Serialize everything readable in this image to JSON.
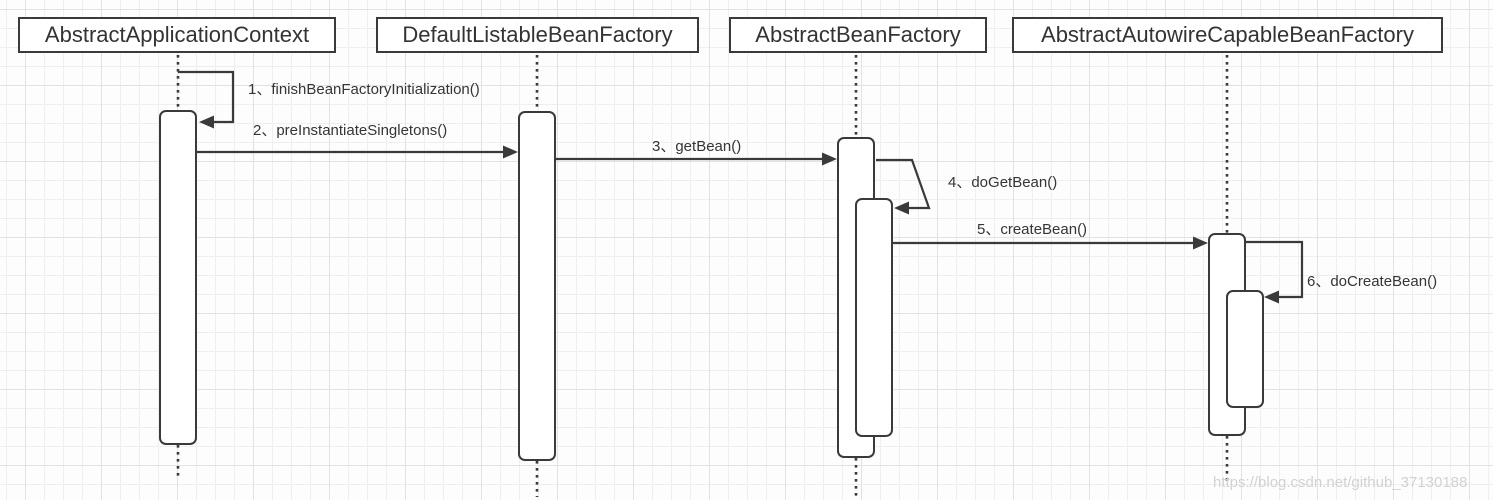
{
  "diagram": {
    "kind": "uml-sequence-diagram",
    "participants": [
      {
        "name": "AbstractApplicationContext"
      },
      {
        "name": "DefaultListableBeanFactory"
      },
      {
        "name": "AbstractBeanFactory"
      },
      {
        "name": "AbstractAutowireCapableBeanFactory"
      }
    ],
    "messages": [
      {
        "label": "1、finishBeanFactoryInitialization()",
        "from": "AbstractApplicationContext",
        "to": "AbstractApplicationContext",
        "type": "self"
      },
      {
        "label": "2、preInstantiateSingletons()",
        "from": "AbstractApplicationContext",
        "to": "DefaultListableBeanFactory",
        "type": "call"
      },
      {
        "label": "3、getBean()",
        "from": "DefaultListableBeanFactory",
        "to": "AbstractBeanFactory",
        "type": "call"
      },
      {
        "label": "4、doGetBean()",
        "from": "AbstractBeanFactory",
        "to": "AbstractBeanFactory",
        "type": "self"
      },
      {
        "label": "5、createBean()",
        "from": "AbstractBeanFactory",
        "to": "AbstractAutowireCapableBeanFactory",
        "type": "call"
      },
      {
        "label": "6、doCreateBean()",
        "from": "AbstractAutowireCapableBeanFactory",
        "to": "AbstractAutowireCapableBeanFactory",
        "type": "self"
      }
    ]
  },
  "watermark": {
    "text": "https://blog.csdn.net/github_37130188"
  },
  "colors": {
    "stroke": "#3a3a3a",
    "shape_fill": "#ffffff",
    "background": "#fdfdfd",
    "grid_minor": "#efefef",
    "grid_major": "#e2e2e2",
    "watermark_text": "#d2d2d2"
  }
}
